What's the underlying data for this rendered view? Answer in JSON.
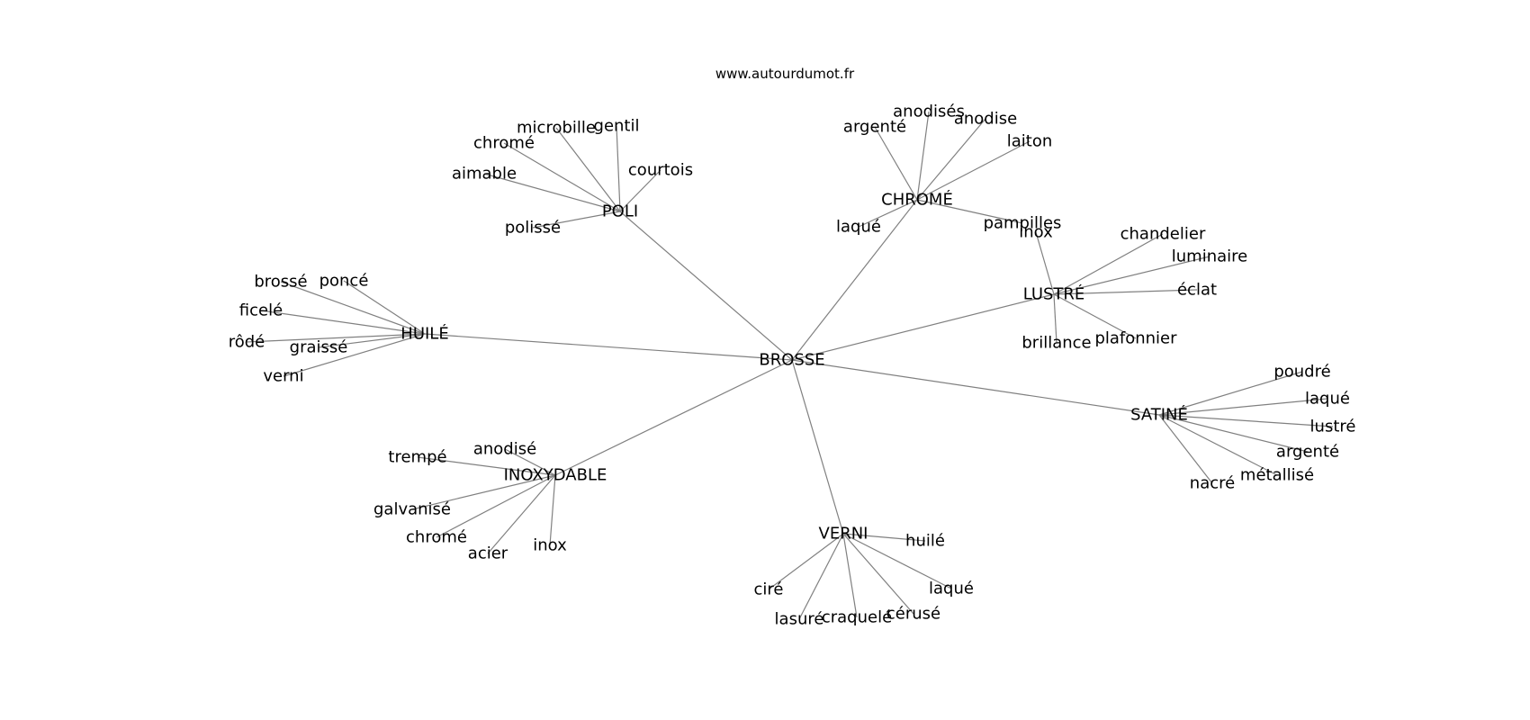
{
  "source_url": "www.autourdumot.fr",
  "root": "BROSSE",
  "hubs": [
    {
      "id": "poli",
      "label": "POLI",
      "leaves": [
        {
          "id": "microbille",
          "label": "microbille"
        },
        {
          "id": "gentil",
          "label": "gentil"
        },
        {
          "id": "chrome",
          "label": "chromé"
        },
        {
          "id": "courtois",
          "label": "courtois"
        },
        {
          "id": "aimable",
          "label": "aimable"
        },
        {
          "id": "polisse",
          "label": "polissé"
        }
      ]
    },
    {
      "id": "chrome-hub",
      "label": "CHROMÉ",
      "leaves": [
        {
          "id": "anodises",
          "label": "anodisés"
        },
        {
          "id": "argente",
          "label": "argenté"
        },
        {
          "id": "anodise",
          "label": "anodise"
        },
        {
          "id": "laiton",
          "label": "laiton"
        },
        {
          "id": "laque",
          "label": "laqué"
        },
        {
          "id": "pampilles",
          "label": "pampilles"
        }
      ]
    },
    {
      "id": "lustre",
      "label": "LUSTRÉ",
      "leaves": [
        {
          "id": "inox",
          "label": "inox"
        },
        {
          "id": "chandelier",
          "label": "chandelier"
        },
        {
          "id": "luminaire",
          "label": "luminaire"
        },
        {
          "id": "eclat",
          "label": "éclat"
        },
        {
          "id": "brillance",
          "label": "brillance"
        },
        {
          "id": "plafonnier",
          "label": "plafonnier"
        }
      ]
    },
    {
      "id": "huile-hub",
      "label": "HUILÉ",
      "leaves": [
        {
          "id": "brosse",
          "label": "brossé"
        },
        {
          "id": "ponce",
          "label": "poncé"
        },
        {
          "id": "ficele",
          "label": "ficelé"
        },
        {
          "id": "rode",
          "label": "rôdé"
        },
        {
          "id": "graisse",
          "label": "graissé"
        },
        {
          "id": "verni-leaf",
          "label": "verni"
        }
      ]
    },
    {
      "id": "satine",
      "label": "SATINÉ",
      "leaves": [
        {
          "id": "poudre",
          "label": "poudré"
        },
        {
          "id": "laque",
          "label": "laqué"
        },
        {
          "id": "lustre-leaf",
          "label": "lustré"
        },
        {
          "id": "argente",
          "label": "argenté"
        },
        {
          "id": "metallise",
          "label": "métallisé"
        },
        {
          "id": "nacre",
          "label": "nacré"
        }
      ]
    },
    {
      "id": "inoxydable",
      "label": "INOXYDABLE",
      "leaves": [
        {
          "id": "anodise",
          "label": "anodisé"
        },
        {
          "id": "trempe",
          "label": "trempé"
        },
        {
          "id": "galvanise",
          "label": "galvanisé"
        },
        {
          "id": "chrome",
          "label": "chromé"
        },
        {
          "id": "acier",
          "label": "acier"
        },
        {
          "id": "inox",
          "label": "inox"
        }
      ]
    },
    {
      "id": "verni-hub",
      "label": "VERNI",
      "leaves": [
        {
          "id": "huile-leaf",
          "label": "huilé"
        },
        {
          "id": "cire",
          "label": "ciré"
        },
        {
          "id": "laque",
          "label": "laqué"
        },
        {
          "id": "lasure",
          "label": "lasuré"
        },
        {
          "id": "craquele",
          "label": "craquelé"
        },
        {
          "id": "ceruse",
          "label": "cérusé"
        }
      ]
    }
  ]
}
